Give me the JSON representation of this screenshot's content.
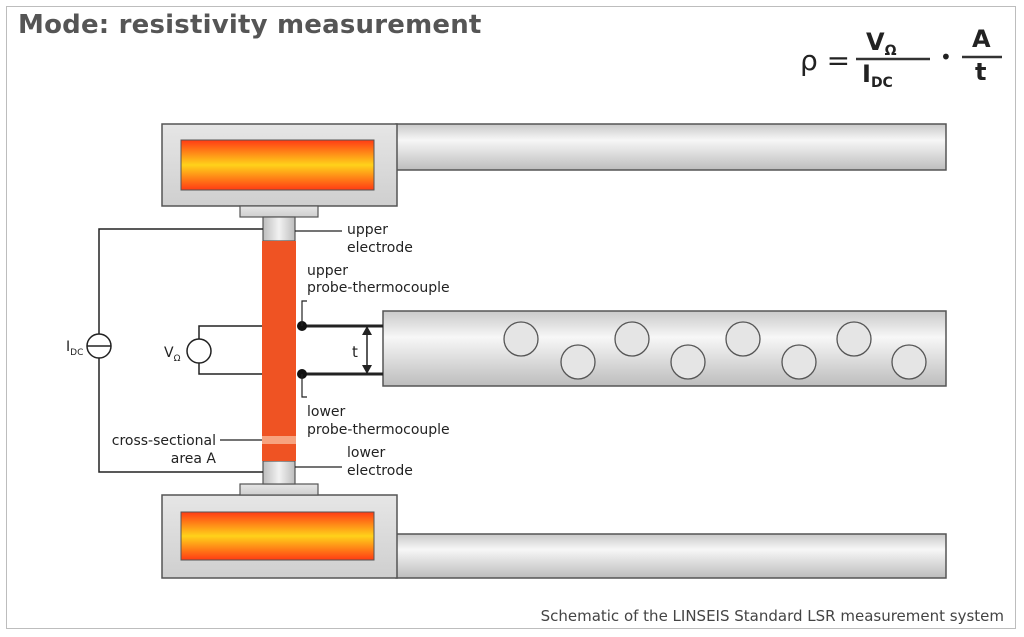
{
  "title": "Mode: resistivity measurement",
  "formula": {
    "lhs": "ρ =",
    "num1": "V",
    "num1_sub": "Ω",
    "den1": "I",
    "den1_sub": "DC",
    "dot": "•",
    "num2": "A",
    "den2": "t"
  },
  "labels": {
    "upper_electrode": [
      "upper",
      "electrode"
    ],
    "upper_thermocouple": [
      "upper",
      "probe-thermocouple"
    ],
    "lower_thermocouple": [
      "lower",
      "probe-thermocouple"
    ],
    "lower_electrode": [
      "lower",
      "electrode"
    ],
    "cross_section": [
      "cross-sectional",
      "area A"
    ],
    "thickness": "t",
    "current_source": "I",
    "current_source_sub": "DC",
    "voltmeter": "V",
    "voltmeter_sub": "Ω"
  },
  "caption": "Schematic of the LINSEIS Standard LSR measurement system",
  "colors": {
    "sample": "#ef5323",
    "heater_hot": "#ff3b14",
    "heater_warm": "#ffd21a",
    "metal": "#dcdcdc",
    "outline": "#555555"
  }
}
